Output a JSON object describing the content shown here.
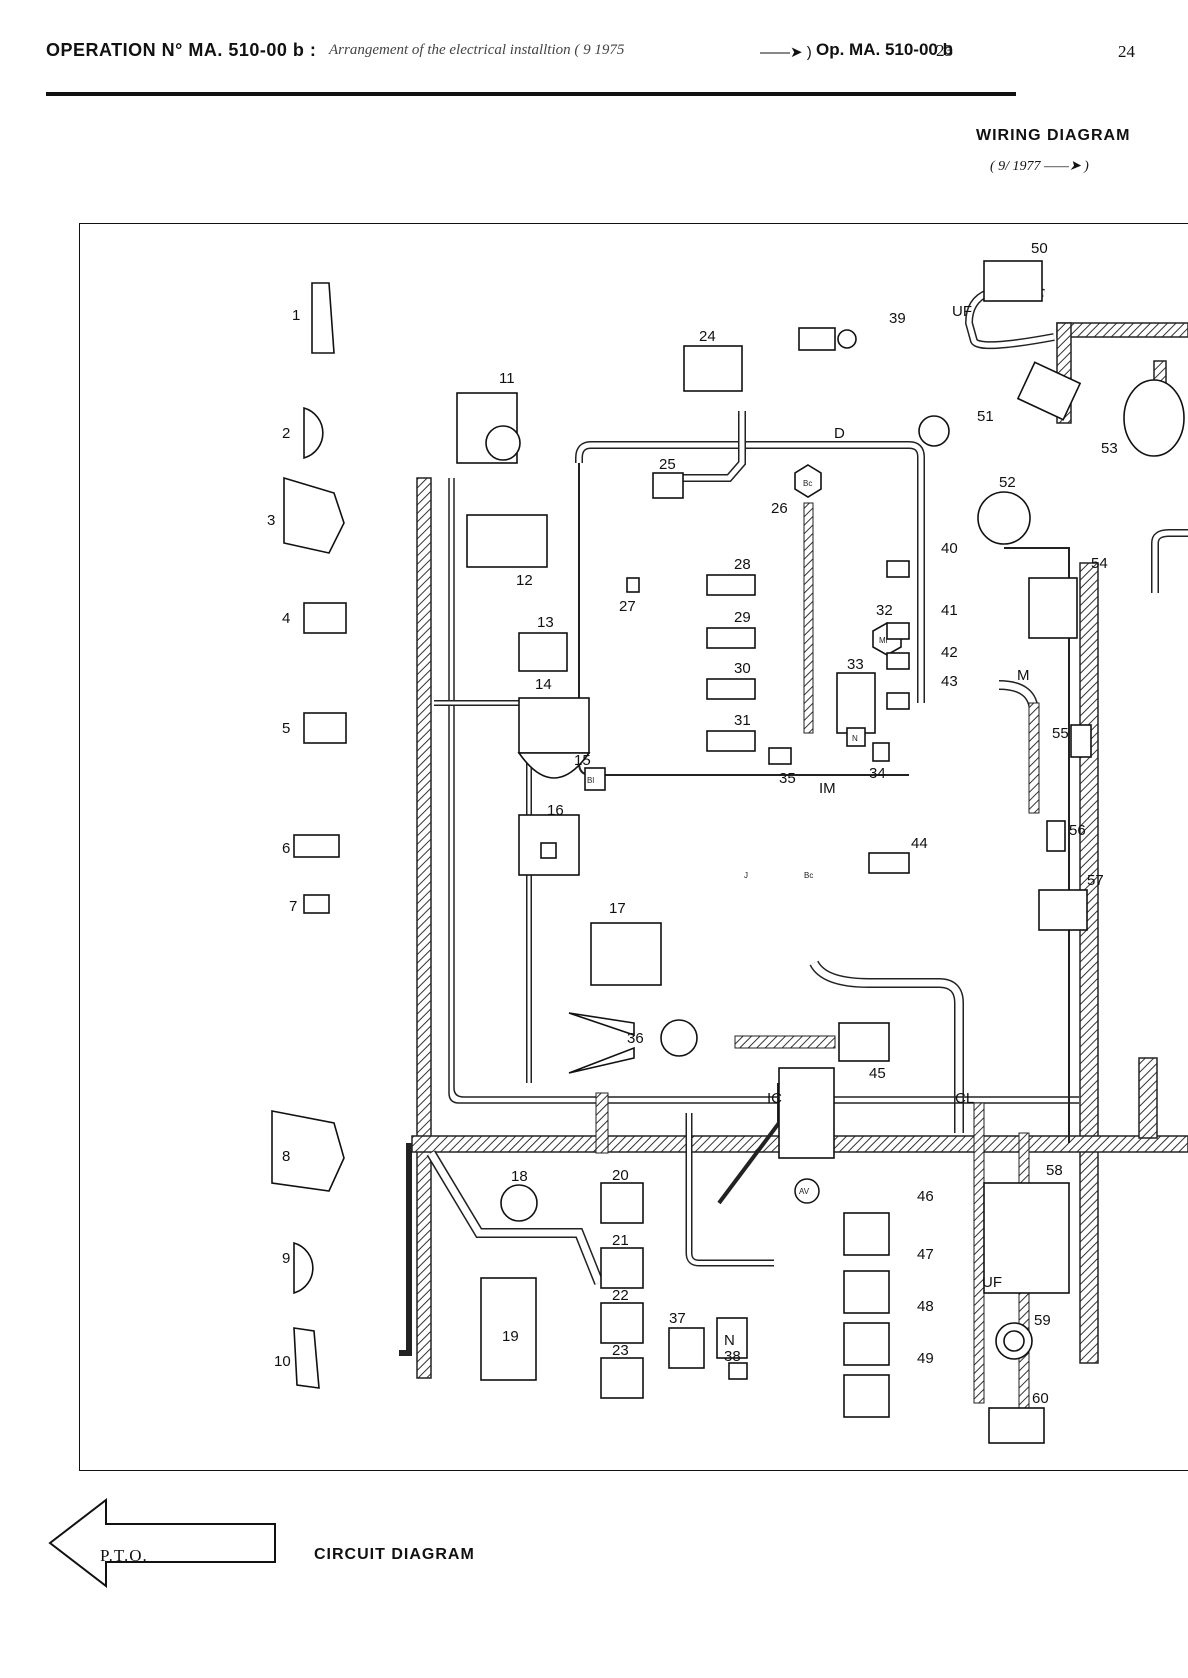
{
  "header": {
    "operation": "OPERATION N° MA. 510-00 b :",
    "title": "Arrangement of the electrical installtion ( 9 1975",
    "arrow": "——➤ )",
    "ref": "Op. MA. 510-00 b",
    "ref_page": "23",
    "page": "24"
  },
  "diagram_title": "WIRING DIAGRAM",
  "diagram_date": "( 9/ 1977 ——➤ )",
  "footer": {
    "pto": "P.T.O.",
    "next": "CIRCUIT DIAGRAM"
  },
  "harness_labels": {
    "D": "D",
    "M": "M",
    "IM": "IM",
    "IC": "IC",
    "CL": "CL",
    "UF": "UF",
    "UF2": "UF",
    "AV": "AV"
  },
  "components": {
    "c1": "1",
    "c2": "2",
    "c3": "3",
    "c4": "4",
    "c5": "5",
    "c6": "6",
    "c7": "7",
    "c8": "8",
    "c9": "9",
    "c10": "10",
    "c11": "11",
    "c12": "12",
    "c13": "13",
    "c14": "14",
    "c15": "15",
    "c16": "16",
    "c17": "17",
    "c18": "18",
    "c19": "19",
    "c20": "20",
    "c21": "21",
    "c22": "22",
    "c23": "23",
    "c24": "24",
    "c25": "25",
    "c26": "26",
    "c27": "27",
    "c28": "28",
    "c29": "29",
    "c30": "30",
    "c31": "31",
    "c32": "32",
    "c33": "33",
    "c34": "34",
    "c35": "35",
    "c36": "36",
    "c37": "37",
    "c38": "38",
    "c39": "39",
    "c40": "40",
    "c41": "41",
    "c42": "42",
    "c43": "43",
    "c44": "44",
    "c45": "45",
    "c46": "46",
    "c47": "47",
    "c48": "48",
    "c49": "49",
    "c50": "50",
    "c51": "51",
    "c52": "52",
    "c53": "53",
    "c54": "54",
    "c55": "55",
    "c56": "56",
    "c57": "57",
    "c58": "58",
    "c59": "59",
    "c60": "60"
  },
  "inner": {
    "bc": "Bc",
    "mr": "Mr",
    "n": "N",
    "n2": "N",
    "j": "J",
    "bc2": "Bc",
    "bl": "Bl"
  }
}
